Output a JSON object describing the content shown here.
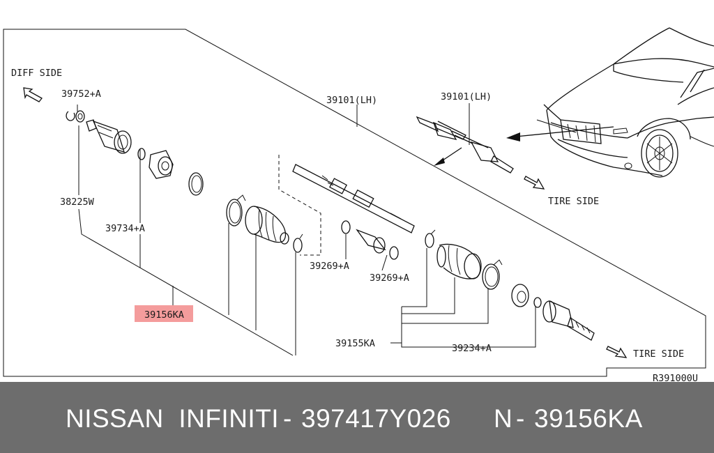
{
  "diagram": {
    "labels": {
      "diff_side": "DIFF SIDE",
      "tire_side_top": "TIRE SIDE",
      "tire_side_bottom": "TIRE SIDE",
      "p39752": "39752+A",
      "p38225w": "38225W",
      "p39734": "39734+A",
      "p39156ka": "39156KA",
      "p39101_main": "39101(LH)",
      "p39101_inset": "39101(LH)",
      "p39269_a": "39269+A",
      "p39269_b": "39269+A",
      "p39155ka": "39155KA",
      "p39234": "39234+A",
      "ref_code": "R391000U"
    },
    "highlight_color": "#f28b8b"
  },
  "footer": {
    "brand": "NISSAN  INFINITI",
    "separator1": "-",
    "oem_number": "397417Y026",
    "position": "N",
    "separator2": "-",
    "part_number": "39156KA"
  }
}
